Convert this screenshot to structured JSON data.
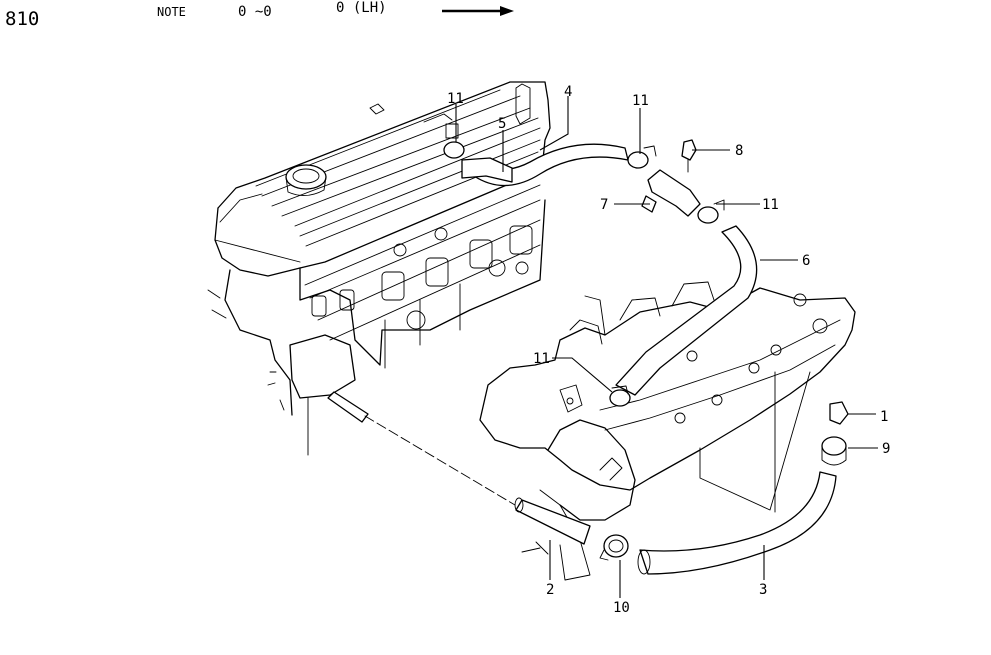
{
  "header": {
    "page_number": "810",
    "note_label": "NOTE",
    "range": "0 ~0",
    "side": "0 (LH)"
  },
  "callouts": [
    {
      "id": "c1",
      "text": "1"
    },
    {
      "id": "c2",
      "text": "2"
    },
    {
      "id": "c3",
      "text": "3"
    },
    {
      "id": "c4",
      "text": "4"
    },
    {
      "id": "c5",
      "text": "5"
    },
    {
      "id": "c6",
      "text": "6"
    },
    {
      "id": "c7",
      "text": "7"
    },
    {
      "id": "c8",
      "text": "8"
    },
    {
      "id": "c9",
      "text": "9"
    },
    {
      "id": "c10",
      "text": "10"
    },
    {
      "id": "c11a",
      "text": "11"
    },
    {
      "id": "c11b",
      "text": "11"
    },
    {
      "id": "c11c",
      "text": "11"
    },
    {
      "id": "c11d",
      "text": "11"
    }
  ]
}
